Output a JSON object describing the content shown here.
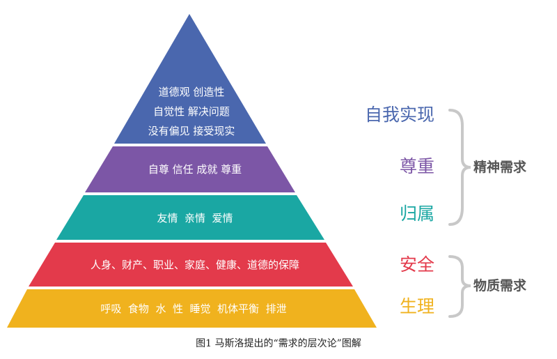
{
  "pyramid": {
    "tiers": [
      {
        "lines": [
          "道德观 创造性",
          "自觉性 解决问题",
          "没有偏见 接受现实"
        ],
        "color": "#4a67ae"
      },
      {
        "lines": [
          "自尊 信任 成就 尊重"
        ],
        "color": "#7c56a6"
      },
      {
        "lines": [
          "友情  亲情  爱情"
        ],
        "color": "#1aa7a3"
      },
      {
        "lines": [
          "人身、财产、职业、家庭、健康、道德的保障"
        ],
        "color": "#e33a4b"
      },
      {
        "lines": [
          "呼吸  食物  水  性  睡觉  机体平衡  排泄"
        ],
        "color": "#f0b21e"
      }
    ]
  },
  "levels": [
    {
      "label": "自我实现",
      "color": "#4a67ae"
    },
    {
      "label": "尊重",
      "color": "#7c56a6"
    },
    {
      "label": "归属",
      "color": "#1aa7a3"
    },
    {
      "label": "安全",
      "color": "#e33a4b"
    },
    {
      "label": "生理",
      "color": "#f0b21e"
    }
  ],
  "groups": {
    "spiritual": "精神需求",
    "material": "物质需求"
  },
  "brace_color": "#c8c8c8",
  "caption": "图1 马斯洛提出的“需求的层次论”图解"
}
